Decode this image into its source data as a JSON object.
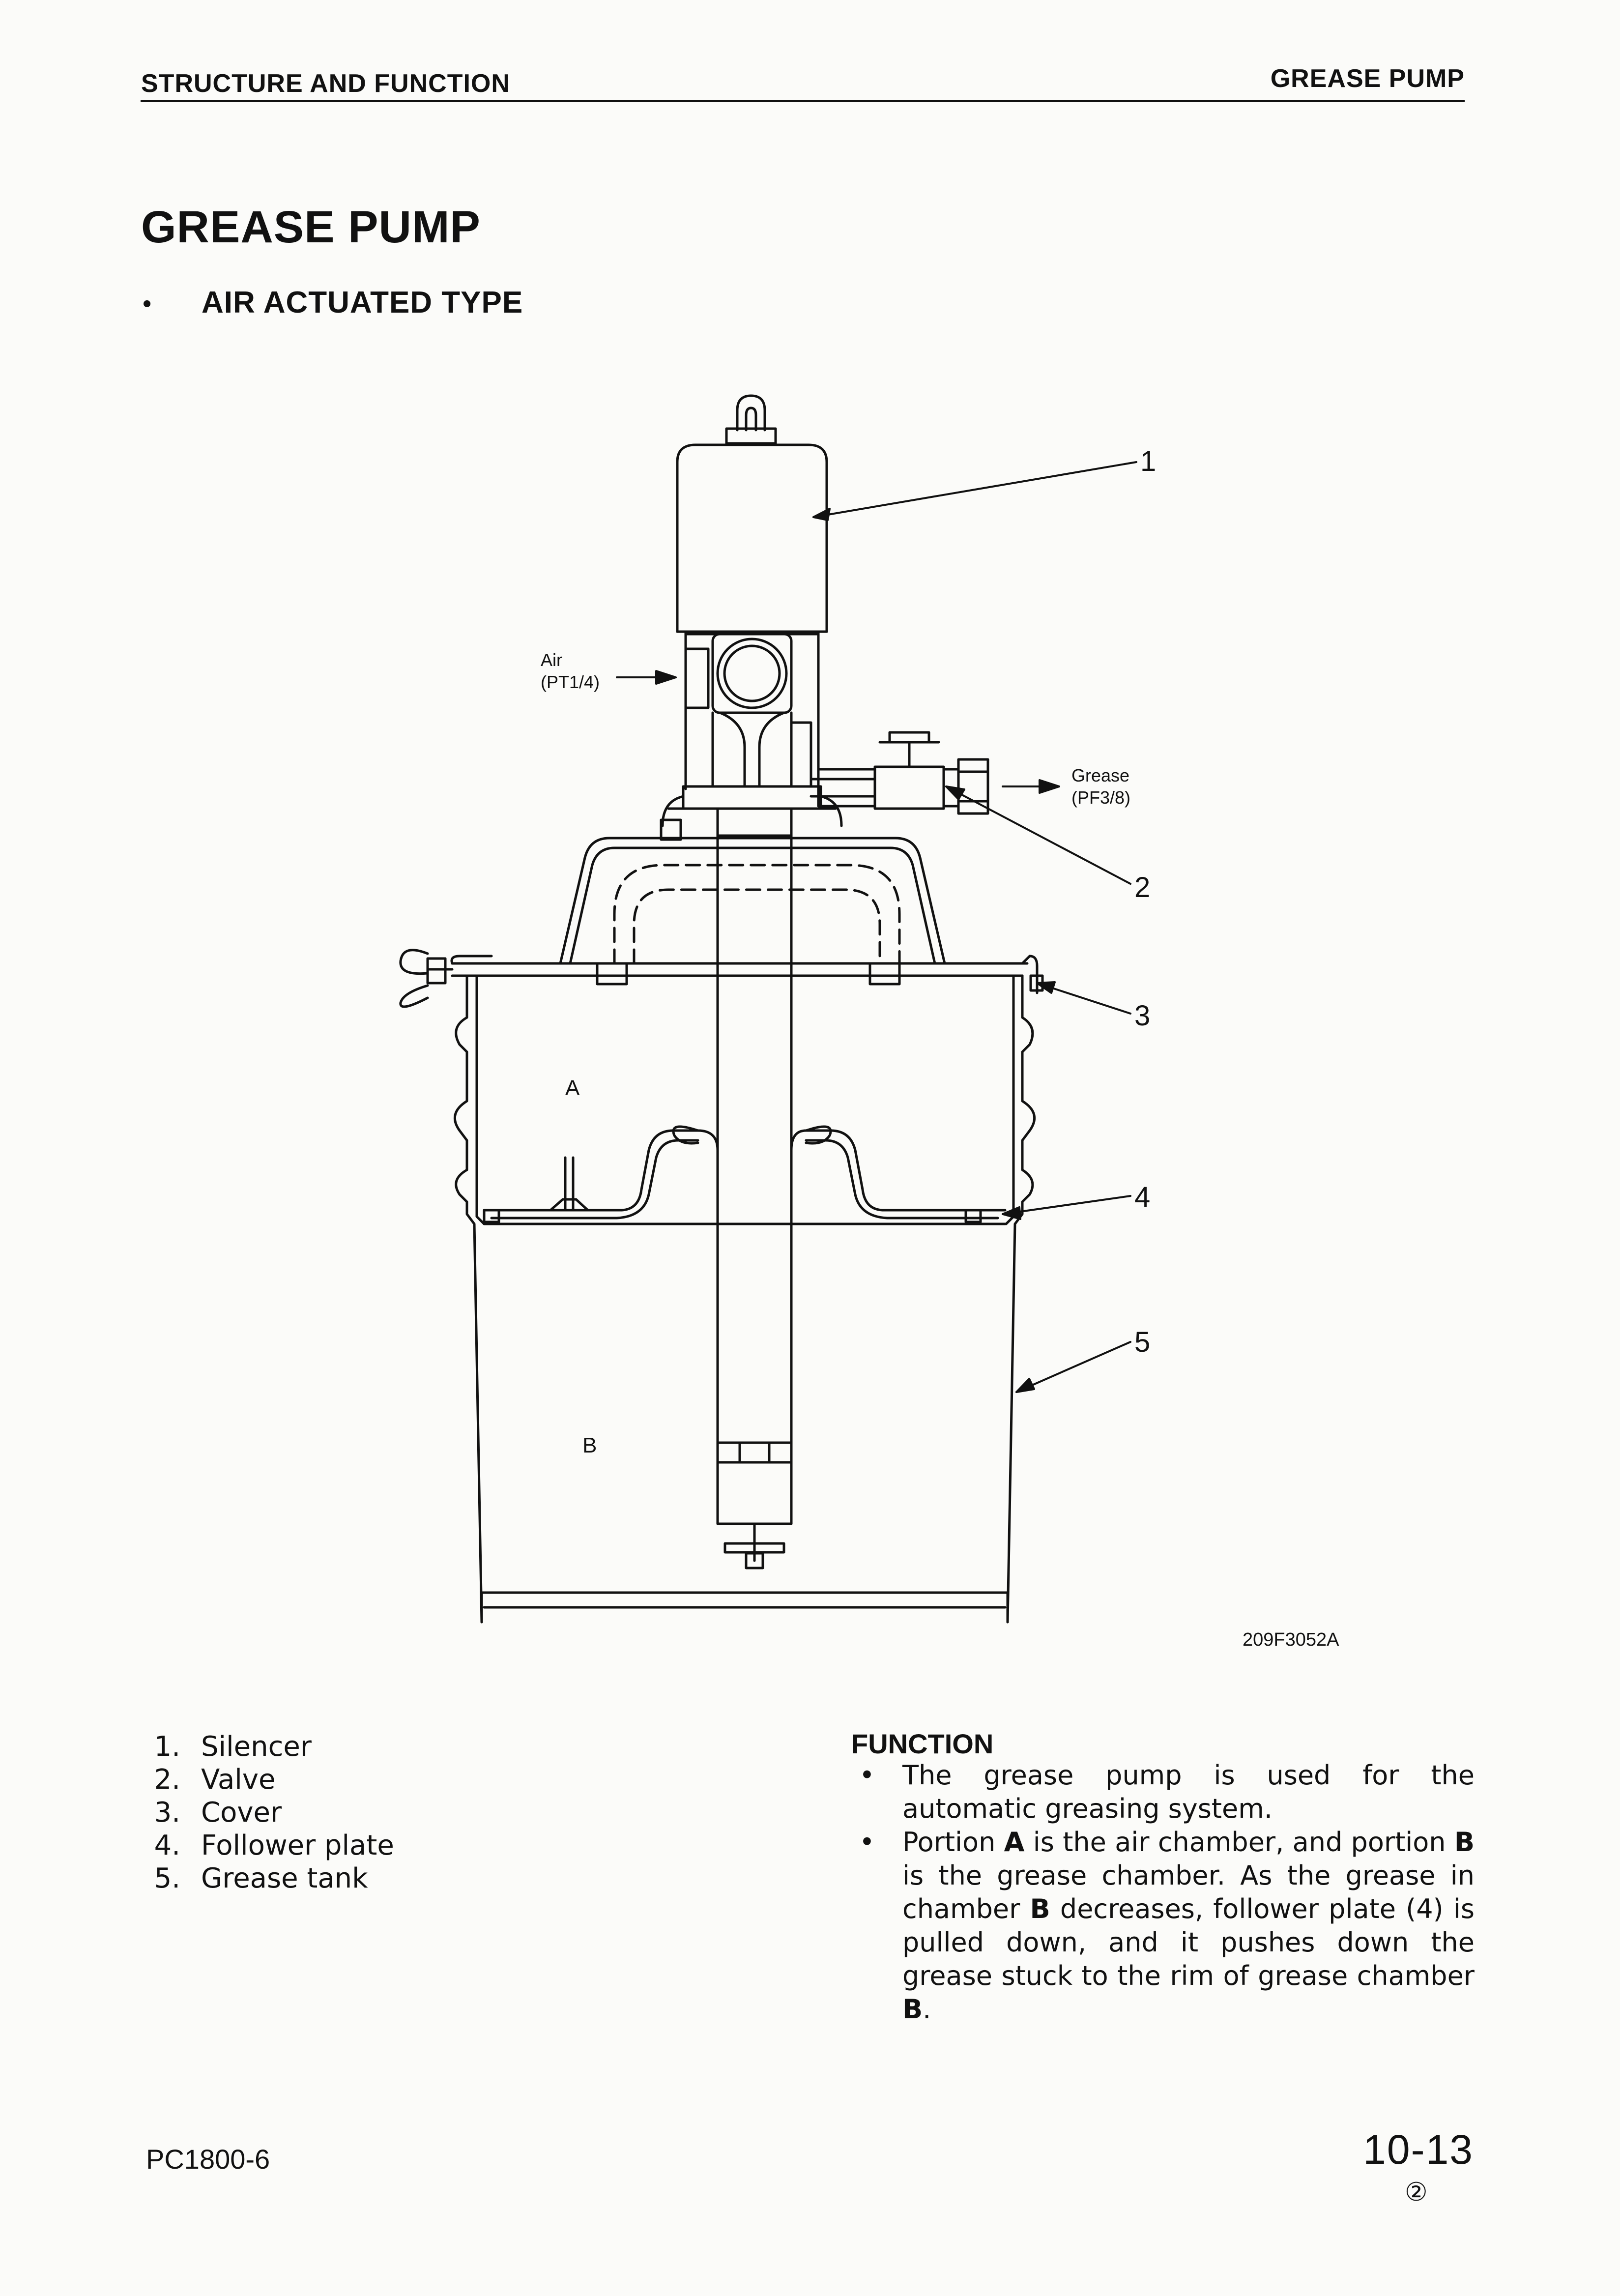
{
  "header": {
    "section": "STRUCTURE AND FUNCTION",
    "topic": "GREASE PUMP"
  },
  "title": "GREASE PUMP",
  "subtitle": {
    "bullet": "•",
    "text": "AIR ACTUATED TYPE"
  },
  "diagram": {
    "callouts": [
      "1",
      "2",
      "3",
      "4",
      "5"
    ],
    "air_label": "Air",
    "air_port": "(PT1/4)",
    "grease_label": "Grease",
    "grease_port": "(PF3/8)",
    "chamber_a": "A",
    "chamber_b": "B",
    "figure_code": "209F3052A"
  },
  "legend": [
    {
      "num": "1.",
      "label": "Silencer"
    },
    {
      "num": "2.",
      "label": "Valve"
    },
    {
      "num": "3.",
      "label": "Cover"
    },
    {
      "num": "4.",
      "label": "Follower plate"
    },
    {
      "num": "5.",
      "label": "Grease tank"
    }
  ],
  "function": {
    "heading": "FUNCTION",
    "bullet": "•",
    "item1": "The grease pump is used for the automatic greasing system.",
    "item2_parts": [
      "Portion ",
      "A",
      " is the air chamber, and portion ",
      "B",
      " is the grease chamber. As the grease in chamber ",
      "B",
      " decreases, follower plate (4) is pulled down, and it pushes down the grease stuck to the rim of grease chamber ",
      "B",
      "."
    ]
  },
  "footer": {
    "model": "PC1800-6",
    "page": "10-13",
    "revision": "②"
  }
}
